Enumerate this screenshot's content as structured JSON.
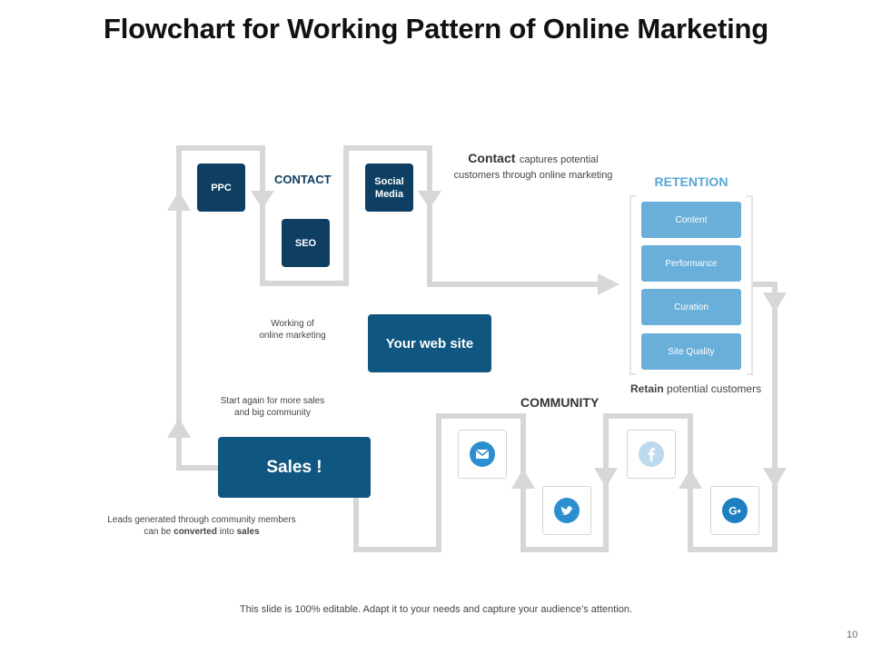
{
  "title": "Flowchart for Working Pattern of Online Marketing",
  "contact": {
    "heading": "CONTACT",
    "ppc": "PPC",
    "seo": "SEO",
    "social_media": "Social Media",
    "desc_bold": "Contact",
    "desc_rest_1": "captures potential",
    "desc_rest_2": "customers through online marketing"
  },
  "center": {
    "working_1": "Working of",
    "working_2": "online marketing",
    "website": "Your web site"
  },
  "retention": {
    "heading": "RETENTION",
    "items": [
      "Content",
      "Performance",
      "Curation",
      "Site Quality"
    ],
    "desc_bold": "Retain",
    "desc_rest": "potential customers"
  },
  "community": {
    "heading": "COMMUNITY",
    "icons": [
      "mail-icon",
      "twitter-icon",
      "facebook-icon",
      "google-plus-icon"
    ]
  },
  "sales": {
    "label": "Sales !",
    "start_again_1": "Start again for more sales",
    "start_again_2": "and big community",
    "leads_1": "Leads generated through community  members",
    "leads_2_pre": "can be",
    "leads_2_bold1": "converted",
    "leads_2_mid": "into",
    "leads_2_bold2": "sales"
  },
  "footer": "This slide is 100% editable. Adapt it to your needs and capture your audience’s attention.",
  "page_number": "10",
  "colors": {
    "dark_blue": "#0e3f63",
    "mid_blue": "#0f5680",
    "light_blue": "#6aafd9",
    "icon_blue": "#2b8fcf",
    "connector_gray": "#d7d7d7"
  }
}
